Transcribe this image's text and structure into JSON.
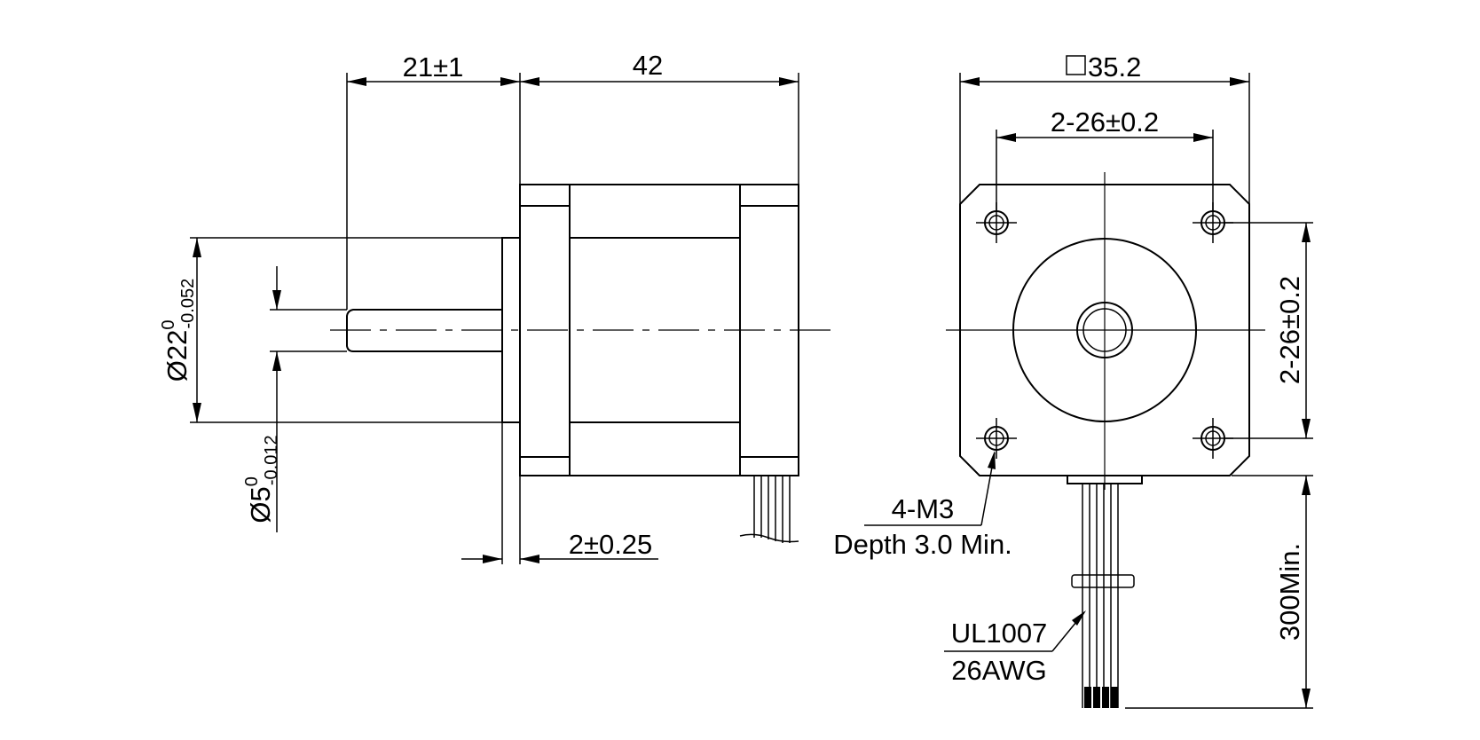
{
  "side_view": {
    "shaft_length": "21±1",
    "body_length": "42",
    "boss_diameter_base": "Ø22",
    "boss_diameter_upper_tol": "0",
    "boss_diameter_lower_tol": "-0.052",
    "shaft_diameter_base": "Ø5",
    "shaft_diameter_upper_tol": "0",
    "shaft_diameter_lower_tol": "-0.012",
    "boss_height": "2±0.25"
  },
  "front_view": {
    "flange_size": "35.2",
    "hole_spacing_horizontal": "2-26±0.2",
    "hole_spacing_vertical": "2-26±0.2",
    "mounting_holes": "4-M3",
    "hole_depth": "Depth 3.0 Min.",
    "lead_length": "300Min.",
    "wire_type": "UL1007",
    "wire_gauge": "26AWG"
  }
}
